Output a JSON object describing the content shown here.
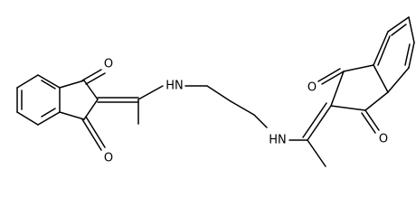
{
  "molecule": {
    "atoms": {
      "o1": "O",
      "o2": "O",
      "o3": "O",
      "o4": "O",
      "n1": "HN",
      "n2": "HN"
    },
    "colors": {
      "bond": "#000000",
      "label": "#000000",
      "background": "#ffffff"
    }
  }
}
